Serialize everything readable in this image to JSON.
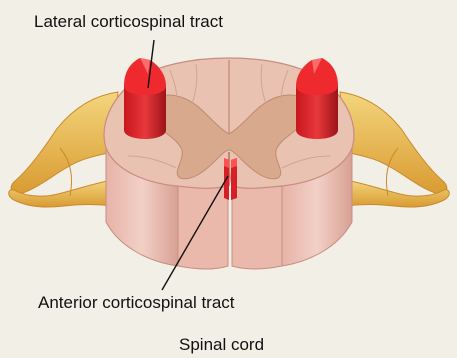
{
  "labels": {
    "lateral": "Lateral corticospinal tract",
    "anterior": "Anterior corticospinal tract",
    "caption": "Spinal cord"
  },
  "colors": {
    "background": "#f1efe6",
    "white_matter": "#e9c2b2",
    "gray_matter": "#d9a98e",
    "nerve": "#e8b94c",
    "tract": "#e0202a",
    "tract_dark": "#9c1418",
    "cut_face": "#dca0a0"
  }
}
